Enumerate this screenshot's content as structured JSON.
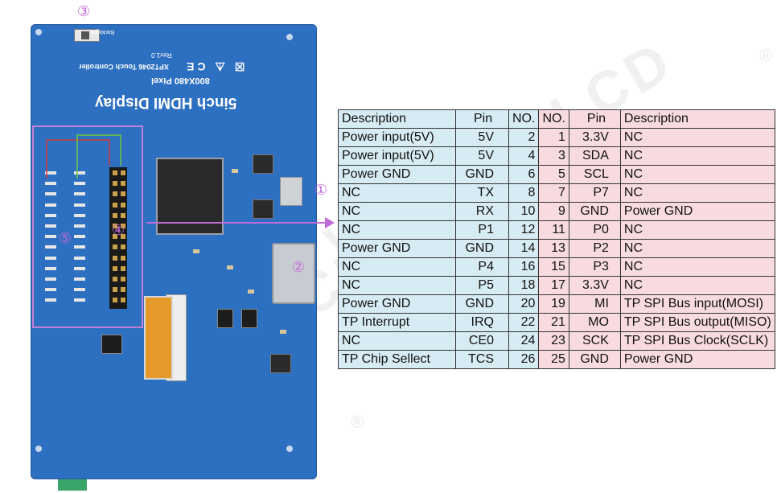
{
  "board": {
    "title": "5inch HDMI Display",
    "resolution": "800X480 Pixel",
    "controller": "XPT2046 Touch Controller",
    "revision": "Rev1.0",
    "switch_label": "Backlight",
    "certs": "☒ ⚠ CE"
  },
  "markers": {
    "m1": "①",
    "m2": "②",
    "m3": "③",
    "m4": "④",
    "m5": "⑤"
  },
  "watermark": {
    "text": "WWWTCLCD",
    "reg": "®"
  },
  "accent_color": "#c06ad6",
  "table": {
    "headers": {
      "left_desc": "Description",
      "left_pin": "Pin",
      "left_no": "NO.",
      "right_no": "NO.",
      "right_pin": "Pin",
      "right_desc": "Description"
    },
    "rows": [
      {
        "ldesc": "Power input(5V)",
        "lpin": "5V",
        "lno": "2",
        "rno": "1",
        "rpin": "3.3V",
        "rdesc": "NC"
      },
      {
        "ldesc": "Power input(5V)",
        "lpin": "5V",
        "lno": "4",
        "rno": "3",
        "rpin": "SDA",
        "rdesc": "NC"
      },
      {
        "ldesc": "Power GND",
        "lpin": "GND",
        "lno": "6",
        "rno": "5",
        "rpin": "SCL",
        "rdesc": "NC"
      },
      {
        "ldesc": "NC",
        "lpin": "TX",
        "lno": "8",
        "rno": "7",
        "rpin": "P7",
        "rdesc": "NC"
      },
      {
        "ldesc": "NC",
        "lpin": "RX",
        "lno": "10",
        "rno": "9",
        "rpin": "GND",
        "rdesc": "Power GND"
      },
      {
        "ldesc": "NC",
        "lpin": "P1",
        "lno": "12",
        "rno": "11",
        "rpin": "P0",
        "rdesc": "NC"
      },
      {
        "ldesc": "Power GND",
        "lpin": "GND",
        "lno": "14",
        "rno": "13",
        "rpin": "P2",
        "rdesc": "NC"
      },
      {
        "ldesc": "NC",
        "lpin": "P4",
        "lno": "16",
        "rno": "15",
        "rpin": "P3",
        "rdesc": "NC"
      },
      {
        "ldesc": "NC",
        "lpin": "P5",
        "lno": "18",
        "rno": "17",
        "rpin": "3.3V",
        "rdesc": "NC"
      },
      {
        "ldesc": "Power GND",
        "lpin": "GND",
        "lno": "20",
        "rno": "19",
        "rpin": "MI",
        "rdesc": "TP SPI Bus input(MOSI)"
      },
      {
        "ldesc": "TP Interrupt",
        "lpin": "IRQ",
        "lno": "22",
        "rno": "21",
        "rpin": "MO",
        "rdesc": "TP SPI Bus output(MISO)"
      },
      {
        "ldesc": "NC",
        "lpin": "CE0",
        "lno": "24",
        "rno": "23",
        "rpin": "SCK",
        "rdesc": "TP SPI Bus Clock(SCLK)"
      },
      {
        "ldesc": "TP Chip Sellect",
        "lpin": "TCS",
        "lno": "26",
        "rno": "25",
        "rpin": "GND",
        "rdesc": "Power GND"
      }
    ]
  }
}
